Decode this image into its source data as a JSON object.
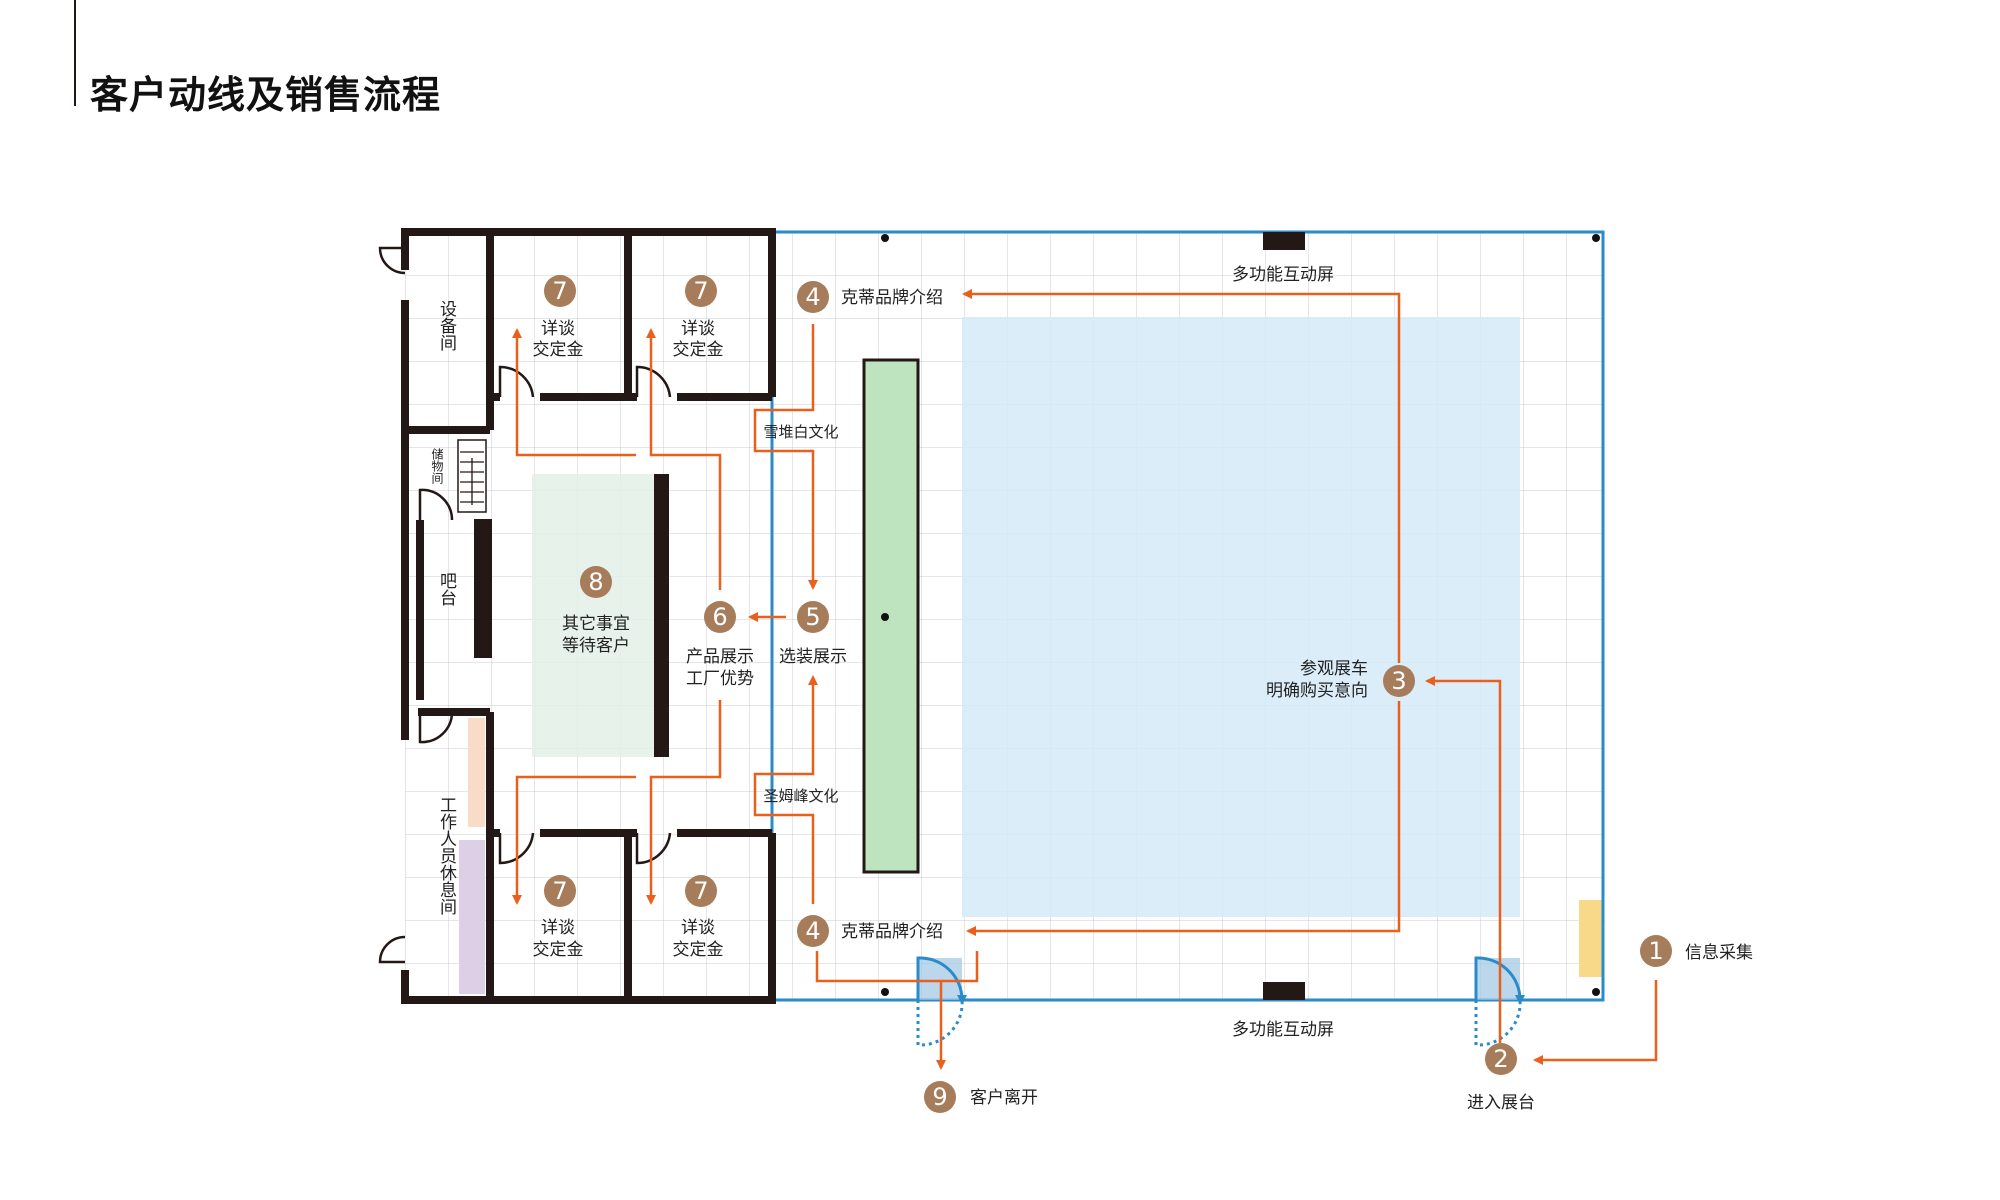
{
  "title": "客户动线及销售流程",
  "colors": {
    "flow": "#e8601c",
    "step_circle": "#a67c5b",
    "wall": "#231815",
    "booth_border": "#2a8bc8",
    "car_area": "#d3eaf8",
    "green_block": "#bde3bf"
  },
  "rooms": {
    "equipment": "设备间",
    "storage": "储物间",
    "bar": "吧台",
    "staff": "工作人员休息间"
  },
  "screen_label": "多功能互动屏",
  "steps": [
    {
      "num": "1",
      "label": "信息采集"
    },
    {
      "num": "2",
      "label": "进入展台"
    },
    {
      "num": "3",
      "label_lines": [
        "参观展车",
        "明确购买意向"
      ]
    },
    {
      "num": "4",
      "label": "克蒂品牌介绍"
    },
    {
      "num": "5",
      "label": "选装展示"
    },
    {
      "num": "6",
      "label_lines": [
        "产品展示",
        "工厂优势"
      ]
    },
    {
      "num": "7",
      "label_lines": [
        "详谈",
        "交定金"
      ]
    },
    {
      "num": "8",
      "label_lines": [
        "其它事宜",
        "等待客户"
      ]
    },
    {
      "num": "9",
      "label": "客户离开"
    }
  ],
  "culture": {
    "top": "雪堆白文化",
    "bottom": "圣姆峰文化"
  }
}
